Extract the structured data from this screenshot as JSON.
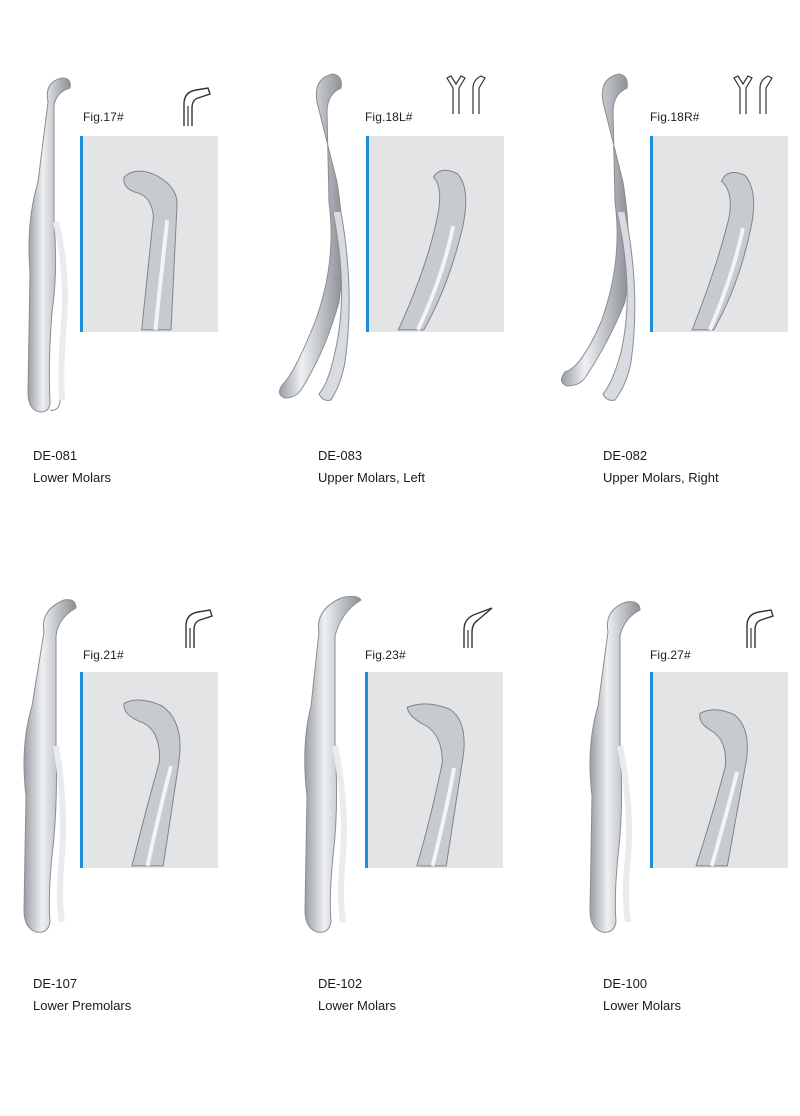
{
  "products": [
    {
      "fig": "Fig.17#",
      "code": "DE-081",
      "name": "Lower Molars",
      "variant": "lower",
      "icon": "beak-single-hooked-icon"
    },
    {
      "fig": "Fig.18L#",
      "code": "DE-083",
      "name": "Upper Molars, Left",
      "variant": "upper-left",
      "icon": "beak-pair-left-icon"
    },
    {
      "fig": "Fig.18R#",
      "code": "DE-082",
      "name": "Upper Molars, Right",
      "variant": "upper-right",
      "icon": "beak-pair-right-icon"
    },
    {
      "fig": "Fig.21#",
      "code": "DE-107",
      "name": "Lower Premolars",
      "variant": "lower",
      "icon": "beak-single-hooked-icon"
    },
    {
      "fig": "Fig.23#",
      "code": "DE-102",
      "name": "Lower Molars",
      "variant": "lower-pointed",
      "icon": "beak-single-pointed-icon"
    },
    {
      "fig": "Fig.27#",
      "code": "DE-100",
      "name": "Lower Molars",
      "variant": "lower",
      "icon": "beak-single-hooked-icon"
    }
  ],
  "colors": {
    "accent": "#1e8ed8",
    "steel": "#c9ccd0",
    "panel": "#e3e4e6"
  }
}
